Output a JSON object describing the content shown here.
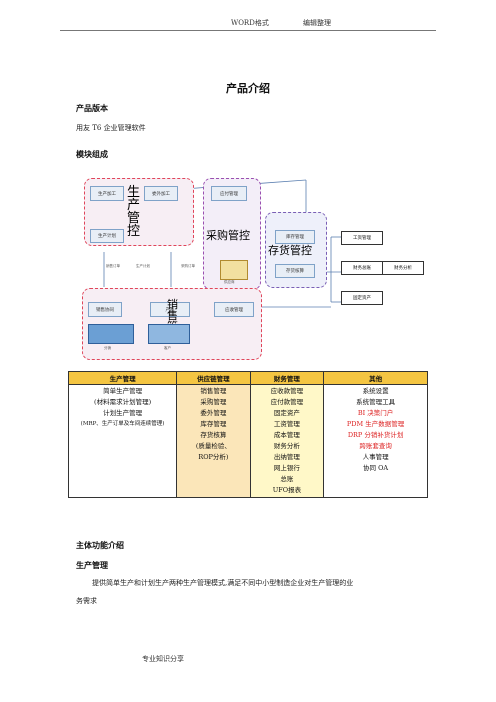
{
  "header": {
    "left": "WORD格式",
    "right": "编辑整理"
  },
  "title": "产品介绍",
  "version": {
    "heading": "产品版本",
    "text": "用友 T6 企业管理软件"
  },
  "modules_heading": "模块组成",
  "diagram": {
    "production": {
      "label": "生产管控",
      "boxes": [
        "生产加工",
        "委外加工",
        "生产计划"
      ]
    },
    "purchase": {
      "label": "采购管控",
      "boxes": [
        "应付管理"
      ],
      "image_caption": "供应商"
    },
    "inventory": {
      "label": "存货管控",
      "boxes": [
        "库存管理",
        "存货核算"
      ]
    },
    "sales": {
      "label": "销售管控",
      "boxes": [
        "销售协同",
        "产品",
        "应收管理"
      ],
      "captions": [
        "分销",
        "客户"
      ]
    },
    "finance": {
      "boxes": [
        "工资管理",
        "财务总账",
        "财务分析",
        "固定资产"
      ]
    },
    "flow_labels": [
      "销售订单",
      "生产计划",
      "采购订单"
    ]
  },
  "table": {
    "headers": [
      "生产管理",
      "供应链管理",
      "财务管理",
      "其他"
    ],
    "columns": [
      [
        "简单生产管理",
        "(材料需求计划管理)",
        "计划生产管理",
        "(MRP、生产订单及车间连续管理)"
      ],
      [
        "销售管理",
        "采购管理",
        "委外管理",
        "库存管理",
        "存货核算",
        "(质量检验、",
        "ROP分析)"
      ],
      [
        "应收款管理",
        "应付款管理",
        "固定资产",
        "工资管理",
        "成本管理",
        "财务分析",
        "出纳管理",
        "网上银行",
        "总账",
        "UFO报表"
      ],
      [
        "系统设置",
        "系统管理工具",
        "BI 决策门户",
        "PDM 生产数据管理",
        "DRP 分销补货计划",
        "跨账套查询",
        "人事管理",
        "协同 OA"
      ]
    ],
    "red_items_other": [
      2,
      3,
      4,
      5
    ],
    "colors": {
      "header": "#f4c542",
      "supply_chain": "#fbe6b9",
      "finance": "#fff8c8"
    }
  },
  "main_heading": "主体功能介绍",
  "production_heading": "生产管理",
  "production_text_1": "提供简单生产和计划生产两种生产管理模式,满足不同中小型制造企业对生产管理的业",
  "production_text_2": "务需求",
  "footer": "专业知识分享"
}
